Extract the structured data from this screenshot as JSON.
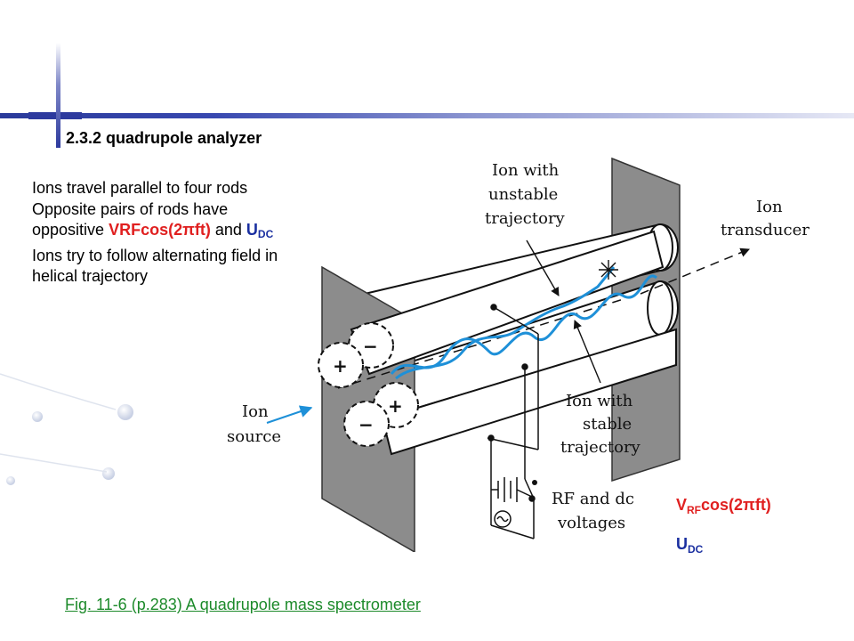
{
  "title": "2.3.2  quadrupole analyzer",
  "bullets": {
    "line1": "Ions travel parallel to four rods",
    "line2": "Opposite pairs of rods have",
    "line3_prefix": "oppositive ",
    "line3_rf": "VRFcos(2πft)",
    "line3_mid": " and ",
    "line3_u": "U",
    "line3_u_sub": "DC",
    "line4": "Ions try to follow alternating field in",
    "line5": "helical trajectory"
  },
  "legend": {
    "v_main": "V",
    "v_sub": "RF",
    "v_rest": "cos(2πft)",
    "u_main": "U",
    "u_sub": "DC"
  },
  "diagram": {
    "ion_unstable": [
      "Ion with",
      "unstable",
      "trajectory"
    ],
    "ion_transducer": [
      "Ion",
      "transducer"
    ],
    "ion_stable": [
      "Ion with",
      "stable",
      "trajectory"
    ],
    "ion_source": [
      "Ion",
      "source"
    ],
    "rf_dc": [
      "RF and dc",
      "voltages"
    ],
    "plus": "+",
    "minus": "−",
    "colors": {
      "trajectory": "#1e90d8",
      "ion_beam": "#1e90d8",
      "rods": "#111111"
    }
  },
  "caption": "Fig. 11-6 (p.283)  A quadrupole mass spectrometer"
}
